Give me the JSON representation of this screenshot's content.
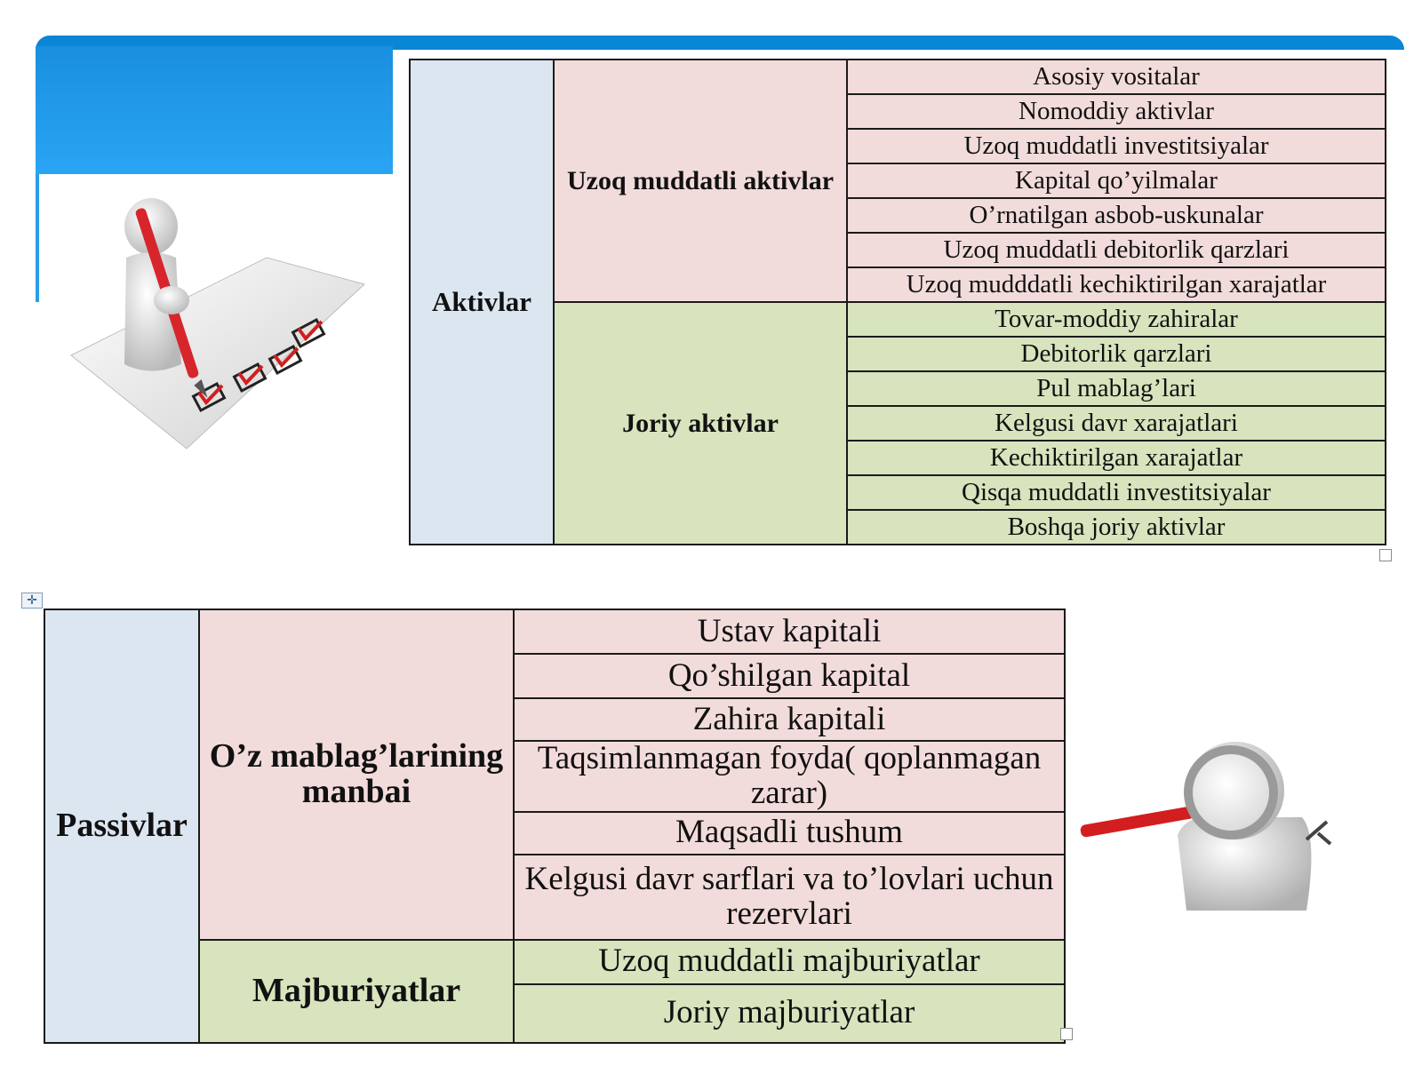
{
  "assets_table": {
    "root": "Aktivlar",
    "groups": [
      {
        "label": "Uzoq muddatli aktivlar",
        "items": [
          "Asosiy vositalar",
          "Nomoddiy aktivlar",
          "Uzoq muddatli investitsiyalar",
          "Kapital qo’yilmalar",
          "O’rnatilgan asbob-uskunalar",
          "Uzoq muddatli debitorlik qarzlari",
          "Uzoq mudddatli kechiktirilgan xarajatlar"
        ]
      },
      {
        "label": "Joriy aktivlar",
        "items": [
          "Tovar-moddiy zahiralar",
          "Debitorlik qarzlari",
          "Pul mablag’lari",
          "Kelgusi davr xarajatlari",
          "Kechiktirilgan xarajatlar",
          "Qisqa muddatli investitsiyalar",
          "Boshqa joriy aktivlar"
        ]
      }
    ]
  },
  "liabilities_table": {
    "root": "Passivlar",
    "groups": [
      {
        "label": "O’z mablag’larining manbai",
        "items": [
          "Ustav kapitali",
          "Qo’shilgan kapital",
          "Zahira kapitali",
          "Taqsimlanmagan  foyda( qoplanmagan zarar)",
          "Maqsadli tushum",
          "Kelgusi davr sarflari va to’lovlari uchun rezervlari"
        ]
      },
      {
        "label": "Majburiyatlar",
        "items": [
          "Uzoq muddatli majburiyatlar",
          "Joriy majburiyatlar"
        ]
      }
    ]
  },
  "anchor_glyph": "✛",
  "colors": {
    "root_fill": "#dce6f1",
    "long_term_fill": "#f2dcdb",
    "current_fill": "#d7e4bd",
    "header_bar": "#0a86d6"
  },
  "icons": [
    "checklist-pencil-figure-icon",
    "magnifier-figure-icon"
  ]
}
